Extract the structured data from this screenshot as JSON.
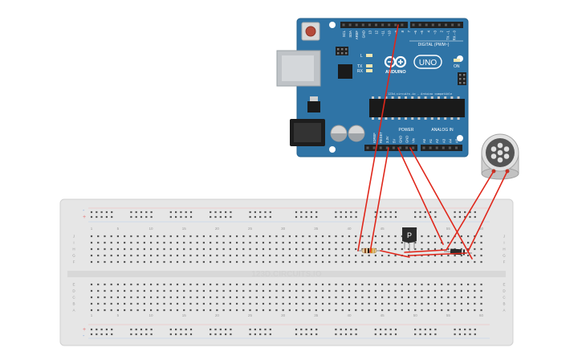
{
  "board": {
    "name_label": "ARDUINO",
    "model_label": "UNO",
    "digital_label": "DIGITAL (PWM~)",
    "power_label": "POWER",
    "analog_label": "ANALOG IN",
    "on_label": "ON",
    "tx_label": "TX",
    "rx_label": "RX",
    "l_label": "L",
    "website_label": "123d.circuits.io - Arduino compatible",
    "top_header_labels": [
      "SCL",
      "SDA",
      "AREF",
      "GND",
      "13",
      "12",
      "~11",
      "~10",
      "~9",
      "8",
      "7",
      "~6",
      "~5",
      "4",
      "~3",
      "2",
      "TX→1",
      "RX←0"
    ],
    "power_pin_labels": [
      "IOREF",
      "RESET",
      "3.3V",
      "5V",
      "GND",
      "GND",
      "Vin"
    ],
    "analog_pin_labels": [
      "A0",
      "A1",
      "A2",
      "A3",
      "A4",
      "A5"
    ]
  },
  "breadboard": {
    "watermark": "123D.CIRCUITS.IO",
    "column_numbers": [
      "1",
      "5",
      "10",
      "15",
      "20",
      "25",
      "30",
      "35",
      "40",
      "45",
      "50",
      "55",
      "60"
    ],
    "row_letters_top": [
      "J",
      "I",
      "H",
      "G",
      "F"
    ],
    "row_letters_bottom": [
      "E",
      "D",
      "C",
      "B",
      "A"
    ],
    "rail_plus": "+",
    "rail_minus": "-"
  },
  "components": {
    "transistor_label": "P",
    "resistor": "resistor",
    "diode": "diode",
    "motor": "dc-motor"
  },
  "colors": {
    "arduino_blue": "#2f74a6",
    "header_black": "#222222",
    "wire_red": "#e0271b",
    "breadboard": "#e6e6e6",
    "hole": "#555555",
    "rail_red": "#e57373",
    "rail_blue": "#7fa7e0"
  }
}
